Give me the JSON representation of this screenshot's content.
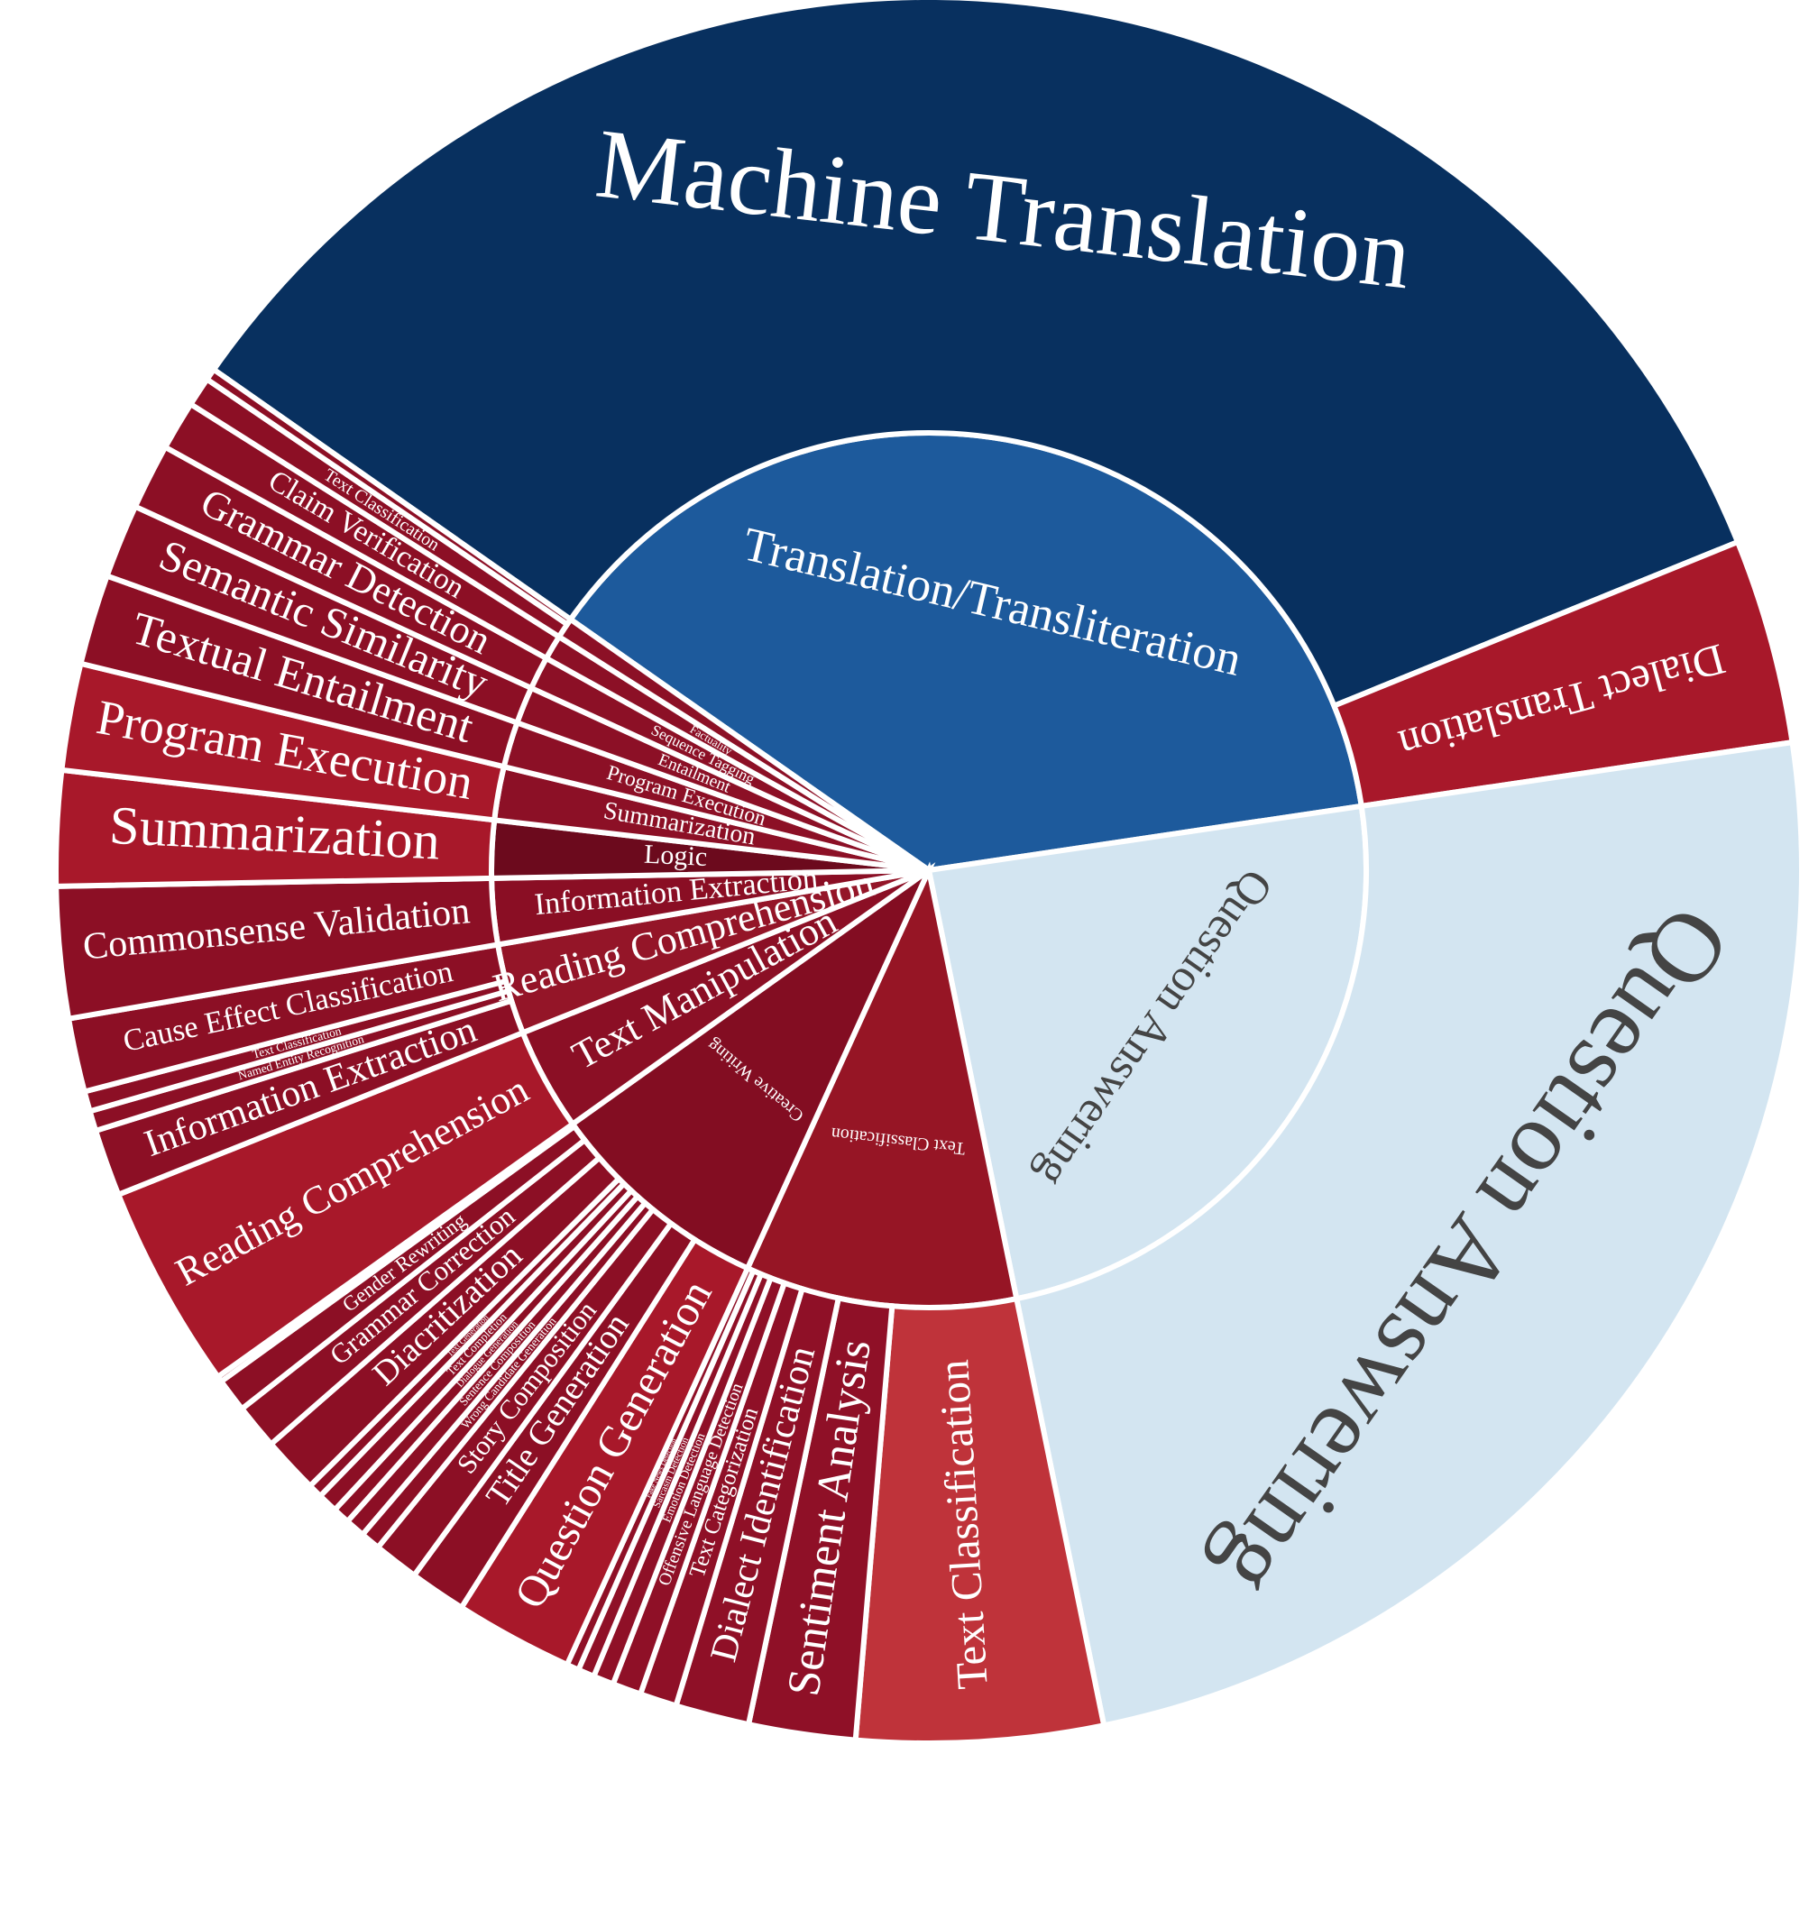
{
  "chart_data": {
    "type": "sunburst",
    "title": "",
    "rings": {
      "inner": [
        {
          "label": "Translation/Transliteration",
          "value": 25.0,
          "color": "#1d5a9c",
          "text_color": "#ffffff"
        },
        {
          "label": "Question Answering",
          "value": 15.9,
          "color": "#d3e5f1",
          "text_color": "#444444"
        },
        {
          "label": "Text Classification",
          "value": 6.6,
          "color": "#961525",
          "text_color": "#ffffff"
        },
        {
          "label": "Creative Writing",
          "value": 5.5,
          "color": "#830d22",
          "text_color": "#ffffff"
        },
        {
          "label": "Text Manipulation",
          "value": 2.5,
          "color": "#8b0f25",
          "text_color": "#ffffff"
        },
        {
          "label": "Reading Comprehension",
          "value": 2.2,
          "color": "#941528",
          "text_color": "#ffffff"
        },
        {
          "label": "Information Extraction",
          "value": 1.6,
          "color": "#8a0e24",
          "text_color": "#ffffff"
        },
        {
          "label": "Logic",
          "value": 1.4,
          "color": "#6c0a1d",
          "text_color": "#ffffff"
        },
        {
          "label": "Summarization",
          "value": 1.3,
          "color": "#8c1026",
          "text_color": "#ffffff"
        },
        {
          "label": "Program Execution",
          "value": 1.1,
          "color": "#8c1026",
          "text_color": "#ffffff"
        },
        {
          "label": "Entailment",
          "value": 0.9,
          "color": "#8c1026",
          "text_color": "#ffffff"
        },
        {
          "label": "Sequence Tagging",
          "value": 0.8,
          "color": "#8c1026",
          "text_color": "#ffffff"
        },
        {
          "label": "Factuality",
          "value": 0.6,
          "color": "#8c1026",
          "text_color": "#ffffff"
        },
        {
          "label": "",
          "value": 0.5,
          "color": "#8c1026",
          "text_color": "#ffffff"
        }
      ],
      "outer": [
        {
          "label": "Machine Translation",
          "value": 22.5,
          "color": "#08305f",
          "text_color": "#ffffff"
        },
        {
          "label": "Dialect Translation",
          "value": 2.5,
          "color": "#a8182a",
          "text_color": "#ffffff"
        },
        {
          "label": "Question Answering",
          "value": 15.9,
          "color": "#d3e5f1",
          "text_color": "#444444"
        },
        {
          "label": "Text Classification",
          "value": 3.0,
          "color": "#bf333a",
          "text_color": "#ffffff"
        },
        {
          "label": "Sentiment Analysis",
          "value": 1.3,
          "color": "#8f1027",
          "text_color": "#ffffff"
        },
        {
          "label": "Dialect Identification",
          "value": 0.9,
          "color": "#8f1027",
          "text_color": "#ffffff"
        },
        {
          "label": "Text Categorization",
          "value": 0.45,
          "color": "#8f1027",
          "text_color": "#ffffff"
        },
        {
          "label": "Offensive Language Detection",
          "value": 0.35,
          "color": "#8f1027",
          "text_color": "#ffffff"
        },
        {
          "label": "Emotion Detection",
          "value": 0.25,
          "color": "#8f1027",
          "text_color": "#ffffff"
        },
        {
          "label": "Sarcasm Detection",
          "value": 0.2,
          "color": "#8f1027",
          "text_color": "#ffffff"
        },
        {
          "label": "Fake News Detection",
          "value": 0.15,
          "color": "#8f1027",
          "text_color": "#ffffff"
        },
        {
          "label": "Question Generation",
          "value": 2.1,
          "color": "#a8182a",
          "text_color": "#ffffff"
        },
        {
          "label": "Title Generation",
          "value": 1.0,
          "color": "#8c0f25",
          "text_color": "#ffffff"
        },
        {
          "label": "Story Composition",
          "value": 0.8,
          "color": "#8c0f25",
          "text_color": "#ffffff"
        },
        {
          "label": "Wrong Candidate Generation",
          "value": 0.35,
          "color": "#8c0f25",
          "text_color": "#ffffff"
        },
        {
          "label": "Sentence Composition",
          "value": 0.35,
          "color": "#8c0f25",
          "text_color": "#ffffff"
        },
        {
          "label": "Dialogue Generation",
          "value": 0.3,
          "color": "#8c0f25",
          "text_color": "#ffffff"
        },
        {
          "label": "Text Completion",
          "value": 0.35,
          "color": "#8c0f25",
          "text_color": "#ffffff"
        },
        {
          "label": "Text Generation",
          "value": 0.25,
          "color": "#8c0f25",
          "text_color": "#ffffff"
        },
        {
          "label": "Diacritization",
          "value": 1.0,
          "color": "#8c0f25",
          "text_color": "#ffffff"
        },
        {
          "label": "Grammar Correction",
          "value": 0.8,
          "color": "#8c0f25",
          "text_color": "#ffffff"
        },
        {
          "label": "Gender Rewriting",
          "value": 0.6,
          "color": "#8c0f25",
          "text_color": "#ffffff"
        },
        {
          "label": "",
          "value": 0.1,
          "color": "#8c0f25",
          "text_color": "#ffffff"
        },
        {
          "label": "Reading Comprehension",
          "value": 2.2,
          "color": "#a8182a",
          "text_color": "#ffffff"
        },
        {
          "label": "Information Extraction",
          "value": 1.0,
          "color": "#8c0f25",
          "text_color": "#ffffff"
        },
        {
          "label": "Named Entity Recognition",
          "value": 0.3,
          "color": "#8c0f25",
          "text_color": "#ffffff"
        },
        {
          "label": "Text Classification",
          "value": 0.3,
          "color": "#8c0f25",
          "text_color": "#ffffff"
        },
        {
          "label": "Cause Effect Classification",
          "value": 1.1,
          "color": "#8c0f25",
          "text_color": "#ffffff"
        },
        {
          "label": "Commonsense Validation",
          "value": 0.3,
          "color": "#8c0f25",
          "text_color": "#ffffff"
        },
        {
          "label": "Summarization",
          "value": 1.3,
          "color": "#a8182a",
          "text_color": "#ffffff"
        },
        {
          "label": "Program Execution",
          "value": 1.1,
          "color": "#a8182a",
          "text_color": "#ffffff"
        },
        {
          "label": "Textual Entailment",
          "value": 0.6,
          "color": "#8c0f25",
          "text_color": "#ffffff"
        },
        {
          "label": "Semantic Similarity",
          "value": 0.3,
          "color": "#8c0f25",
          "text_color": "#ffffff"
        },
        {
          "label": "Grammar Detection",
          "value": 0.45,
          "color": "#8c0f25",
          "text_color": "#ffffff"
        },
        {
          "label": "Claim Verification",
          "value": 0.35,
          "color": "#8c0f25",
          "text_color": "#ffffff"
        },
        {
          "label": "Text Classification",
          "value": 0.25,
          "color": "#8c0f25",
          "text_color": "#ffffff"
        },
        {
          "label": "",
          "value": 0.1,
          "color": "#8c0f25",
          "text_color": "#ffffff"
        }
      ]
    }
  }
}
